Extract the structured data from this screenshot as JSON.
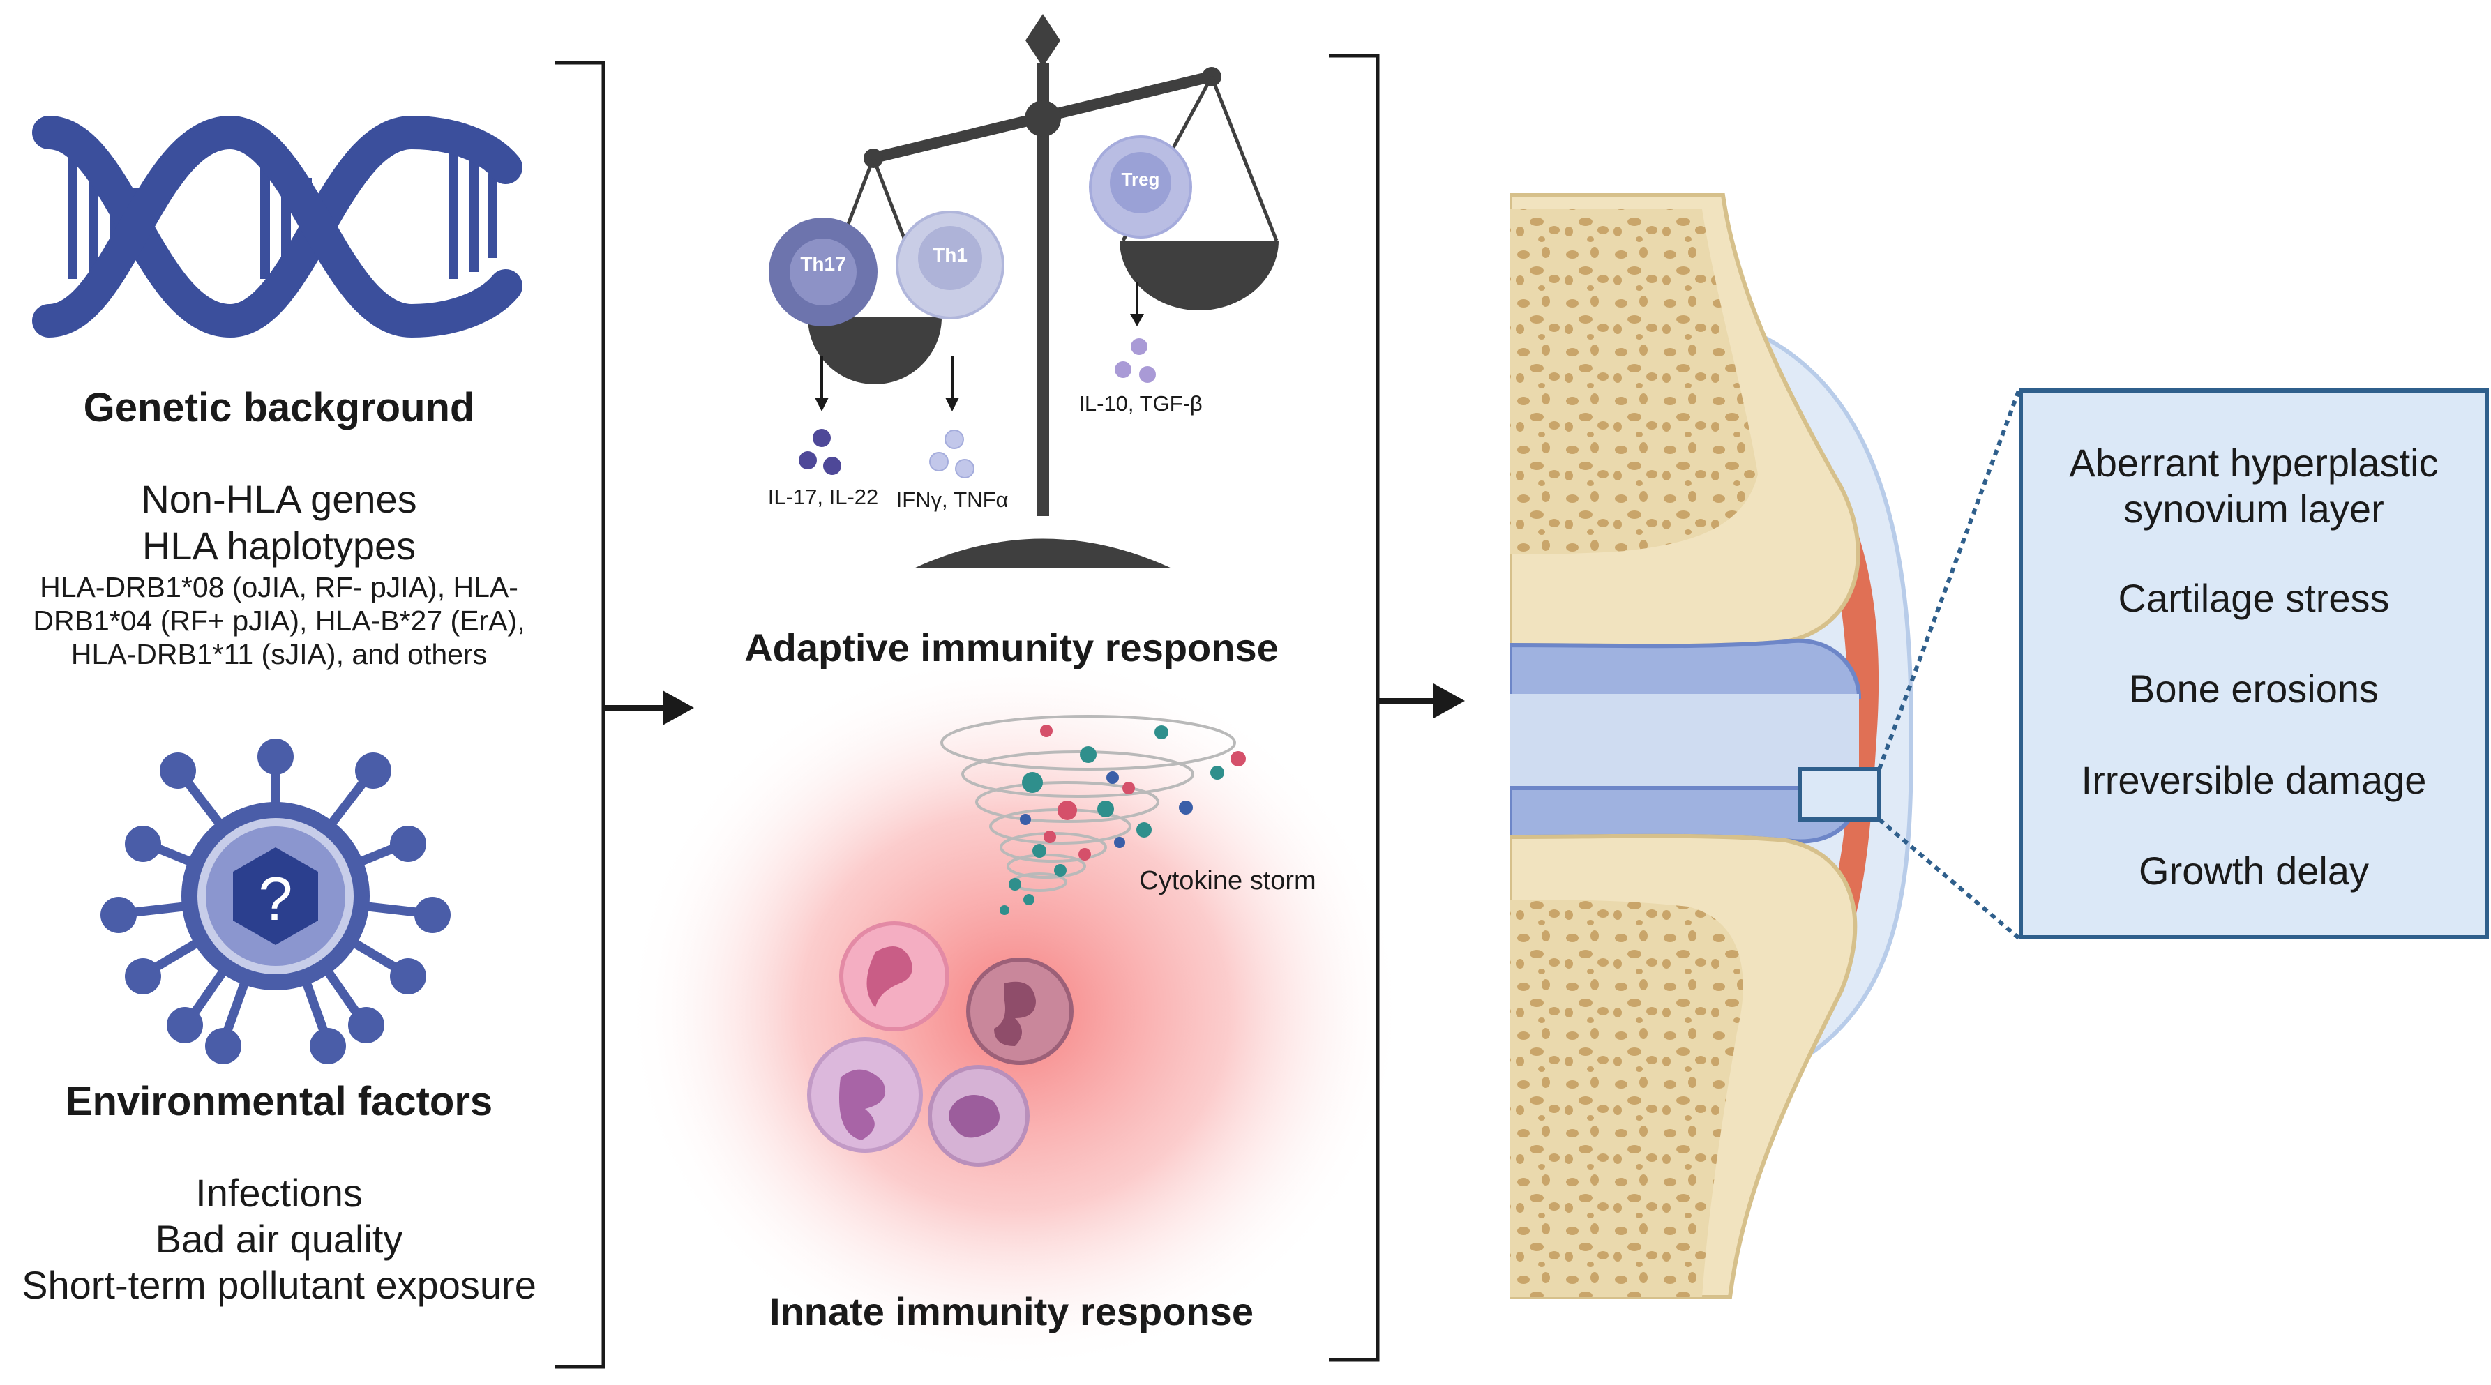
{
  "colors": {
    "dna_blue": "#3b4f9c",
    "virus_blue": "#4a5da8",
    "scale_gray": "#3f3f3f",
    "th17": "#6d74ad",
    "th1": "#c9cde6",
    "treg": "#b9bde3",
    "inflammation_red": "#f56a6a",
    "bone_tan": "#ead9ad",
    "synovium_red": "#e07055",
    "cartilage_blue": "#7f98d4",
    "box_fill": "#dbe8f7",
    "box_border": "#2f5f8c"
  },
  "left": {
    "genetic": {
      "title": "Genetic background",
      "lines": [
        "Non-HLA genes",
        "HLA haplotypes"
      ],
      "detail": [
        "HLA-DRB1*08 (oJIA, RF- pJIA), HLA-",
        "DRB1*04 (RF+ pJIA), HLA-B*27 (ErA),",
        "HLA-DRB1*11 (sJIA), and others"
      ],
      "icon": "dna-icon"
    },
    "environmental": {
      "title": "Environmental factors",
      "lines": [
        "Infections",
        "Bad air quality",
        "Short-term pollutant exposure"
      ],
      "icon": "virus-icon",
      "icon_symbol": "?"
    }
  },
  "middle": {
    "adaptive": {
      "title": "Adaptive immunity response",
      "cells": [
        "Th17",
        "Th1",
        "Treg"
      ],
      "cytokines_left": "IL-17, IL-22",
      "cytokines_mid": "IFNγ, TNFα",
      "cytokines_right": "IL-10, TGF-β",
      "icon": "balance-scale-icon"
    },
    "innate": {
      "title": "Innate immunity response",
      "storm_label": "Cytokine storm",
      "icon": "tornado-icon"
    }
  },
  "right": {
    "joint_icon": "knee-joint-icon",
    "outcomes": [
      "Aberrant hyperplastic synovium layer",
      "Cartilage stress",
      "Bone erosions",
      "Irreversible damage",
      "Growth delay"
    ]
  }
}
